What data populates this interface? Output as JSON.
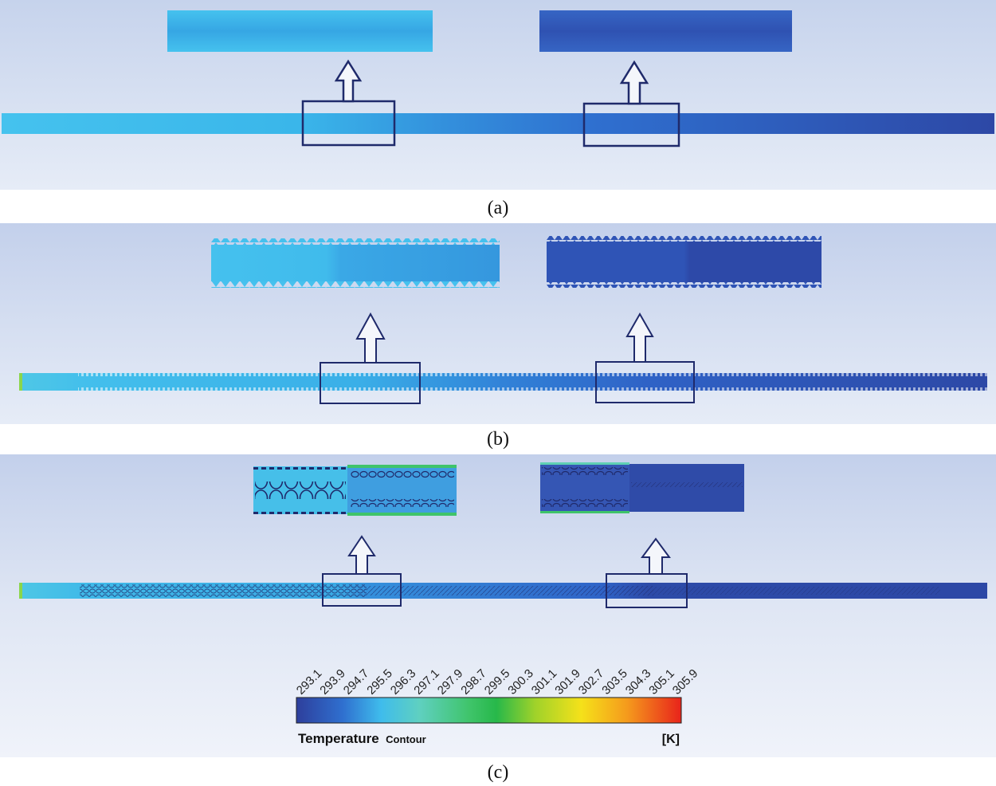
{
  "captions": {
    "a": "(a)",
    "b": "(b)",
    "c": "(c)"
  },
  "legend": {
    "title_main": "Temperature",
    "title_sub": "Contour",
    "unit": "[K]",
    "ticks": [
      "293.1",
      "293.9",
      "294.7",
      "295.5",
      "296.3",
      "297.1",
      "297.9",
      "298.7",
      "299.5",
      "300.3",
      "301.1",
      "301.9",
      "302.7",
      "303.5",
      "304.3",
      "305.1",
      "305.9"
    ],
    "range": [
      293.1,
      305.9
    ]
  },
  "colors": {
    "background_top": "#c9d6ee",
    "background_bottom": "#e4eaf6",
    "cold": "#2e49a8",
    "light_blue": "#3fbcec",
    "cyan_blue": "#35a9e6",
    "medium_blue": "#2f6ed0",
    "outline": "#1f2a6b",
    "cyan_green": "#5fd0b4",
    "green": "#27b84a",
    "yellow": "#f5e11a",
    "orange": "#f59a1c",
    "red": "#e8231b"
  }
}
